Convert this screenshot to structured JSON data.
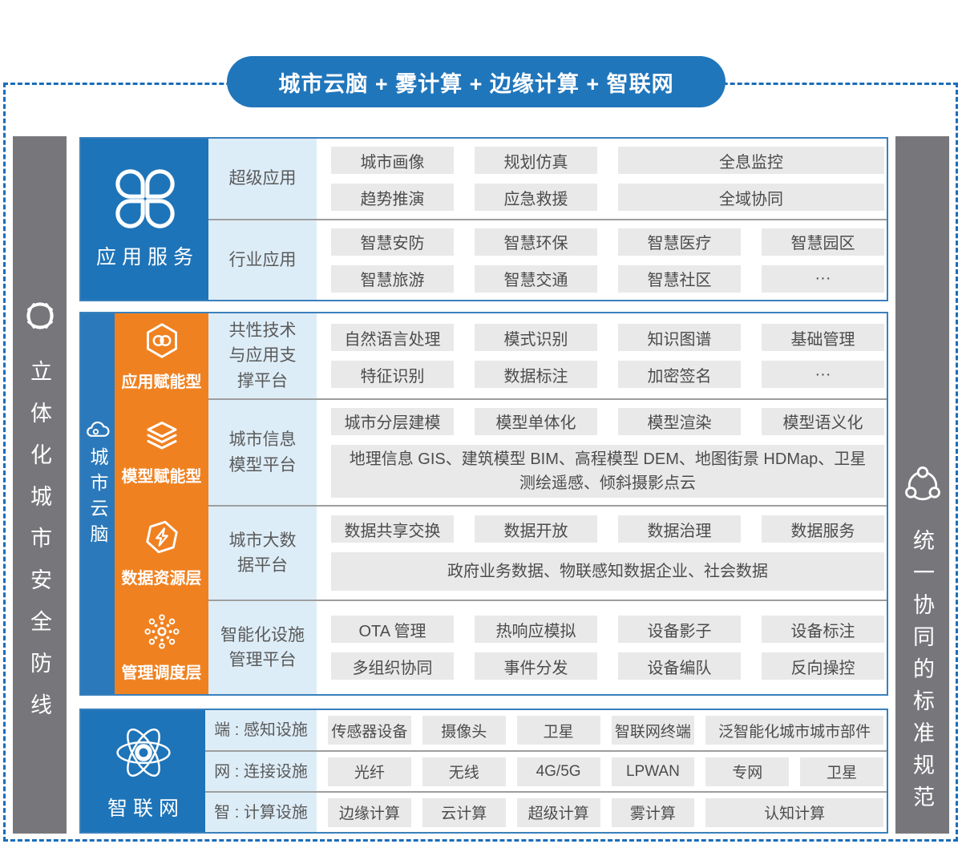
{
  "banner": {
    "label": "城市云脑 + 雾计算 + 边缘计算 + 智联网"
  },
  "side_bars": {
    "left": {
      "label": "立体化城市安全防线",
      "icon": "security-waves-icon"
    },
    "right": {
      "label": "统一协同的标准规范",
      "icon": "collaboration-nodes-icon"
    }
  },
  "colors": {
    "blue": "#1e74b8",
    "orange": "#f08120",
    "gray_bar": "#77777b",
    "light_blue": "#ddedf8",
    "chip_bg": "#e9e9e9",
    "dashed_border": "#1a6dba"
  },
  "app_services": {
    "title": "应用服务",
    "super": {
      "label": "超级应用",
      "chips": [
        "城市画像",
        "规划仿真",
        "全息监控",
        "趋势推演",
        "应急救援",
        "全域协同"
      ]
    },
    "industry": {
      "label": "行业应用",
      "chips": [
        "智慧安防",
        "智慧环保",
        "智慧医疗",
        "智慧园区",
        "智慧旅游",
        "智慧交通",
        "智慧社区",
        "···"
      ]
    }
  },
  "city_brain": {
    "strip_title": "城市云脑",
    "rows": [
      {
        "side": "应用赋能型",
        "platform": "共性技术\n与应用支\n撑平台",
        "chips": [
          "自然语言处理",
          "模式识别",
          "知识图谱",
          "基础管理",
          "特征识别",
          "数据标注",
          "加密签名",
          "···"
        ]
      },
      {
        "side": "模型赋能型",
        "platform": "城市信息\n模型平台",
        "chips": [
          "城市分层建模",
          "模型单体化",
          "模型渲染",
          "模型语义化"
        ],
        "wide": "地理信息 GIS、建筑模型 BIM、高程模型 DEM、地图街景 HDMap、卫星测绘遥感、倾斜摄影点云"
      },
      {
        "side": "数据资源层",
        "platform": "城市大数\n据平台",
        "chips": [
          "数据共享交换",
          "数据开放",
          "数据治理",
          "数据服务"
        ],
        "wide": "政府业务数据、物联感知数据企业、社会数据"
      },
      {
        "side": "管理调度层",
        "platform": "智能化设施\n管理平台",
        "chips": [
          "OTA 管理",
          "热响应模拟",
          "设备影子",
          "设备标注",
          "多组织协同",
          "事件分发",
          "设备编队",
          "反向操控"
        ]
      }
    ]
  },
  "iot": {
    "title": "智联网",
    "rows": [
      {
        "label": "端 : 感知设施",
        "chips": [
          "传感器设备",
          "摄像头",
          "卫星",
          "智联网终端",
          "泛智能化城市城市部件"
        ]
      },
      {
        "label": "网 : 连接设施",
        "chips": [
          "光纤",
          "无线",
          "4G/5G",
          "LPWAN",
          "专网",
          "卫星"
        ]
      },
      {
        "label": "智 : 计算设施",
        "chips": [
          "边缘计算",
          "云计算",
          "超级计算",
          "雾计算",
          "认知计算"
        ]
      }
    ]
  }
}
